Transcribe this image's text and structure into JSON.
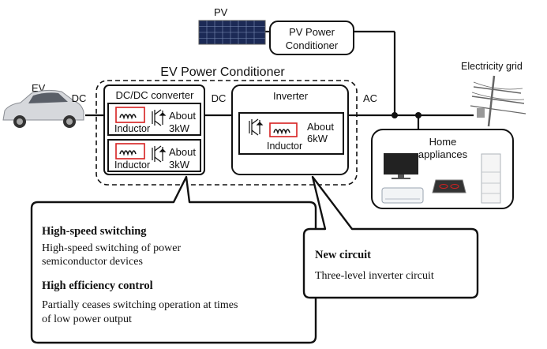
{
  "labels": {
    "pv": "PV",
    "pv_conditioner_line1": "PV  Power",
    "pv_conditioner_line2": "Conditioner",
    "ev_power_conditioner": "EV  Power  Conditioner",
    "ev": "EV",
    "dc_left": "DC",
    "dc_mid": "DC",
    "ac": "AC",
    "electricity_grid": "Electricity grid",
    "dcdc_converter": "DC/DC converter",
    "inverter": "Inverter",
    "home_appliances_line1": "Home",
    "home_appliances_line2": "appliances"
  },
  "converter_modules": [
    {
      "component": "Inductor",
      "power_line1": "About",
      "power_line2": "3kW"
    },
    {
      "component": "Inductor",
      "power_line1": "About",
      "power_line2": "3kW"
    }
  ],
  "inverter_module": {
    "component": "Inductor",
    "power_line1": "About",
    "power_line2": "6kW"
  },
  "callout_left": {
    "heading1": "High-speed switching",
    "text1_line1": "High-speed switching of power",
    "text1_line2": "semiconductor devices",
    "heading2": "High efficiency control",
    "text2_line1": "Partially ceases switching operation at times",
    "text2_line2": "of low power output"
  },
  "callout_right": {
    "heading": "New circuit",
    "text": "Three-level inverter circuit"
  },
  "colors": {
    "inductor_box": "#d62020",
    "line": "#111111",
    "panel": "#1c2a56"
  }
}
